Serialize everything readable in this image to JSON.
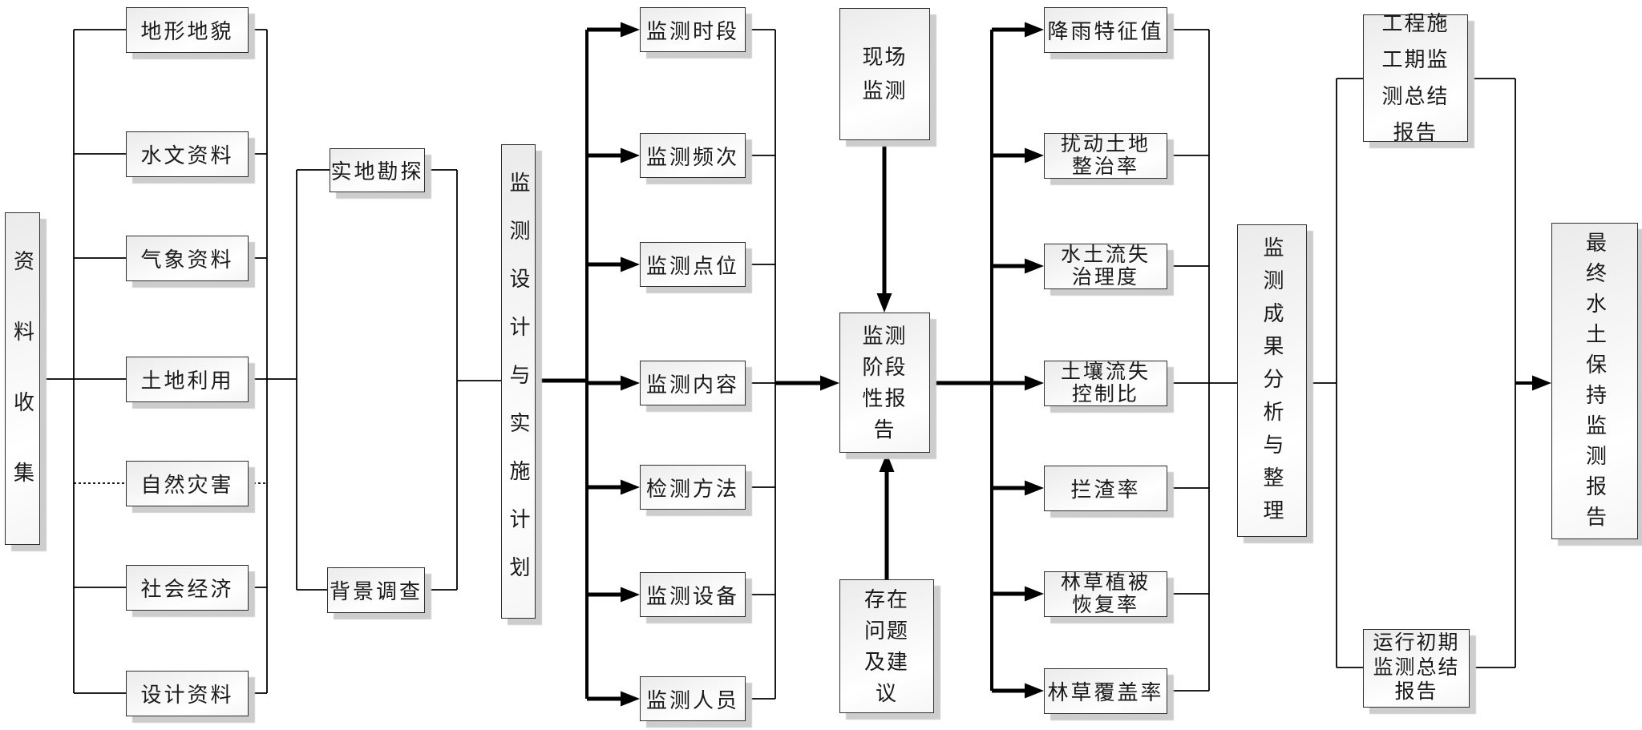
{
  "diagram": {
    "data_collection": "资料收集",
    "data_sources": [
      "地形地貌",
      "水文资料",
      "气象资料",
      "土地利用",
      "自然灾害",
      "社会经济",
      "设计资料"
    ],
    "survey": [
      "实地勘探",
      "背景调查"
    ],
    "plan_box": "监测设计与实施计划",
    "plan_items": [
      "监测时段",
      "监测频次",
      "监测点位",
      "监测内容",
      "检测方法",
      "监测设备",
      "监测人员"
    ],
    "field_monitoring": "现场监测",
    "stage_report": "监测阶段性报告",
    "issues": "存在问题及建议",
    "indicators": [
      "降雨特征值",
      "扰动土地整治率",
      "水土流失治理度",
      "土壤流失控制比",
      "拦渣率",
      "林草植被恢复率",
      "林草覆盖率"
    ],
    "analysis": "监测成果分析与整理",
    "reports": [
      "工程施工期监测总结报告",
      "运行初期监测总结报告"
    ],
    "final_report": "最终水土保持监测报告"
  },
  "colors": {
    "line": "#000000",
    "box_border": "#2f2f2f",
    "box_shadow": "#cdcdcd",
    "background": "#ffffff"
  }
}
